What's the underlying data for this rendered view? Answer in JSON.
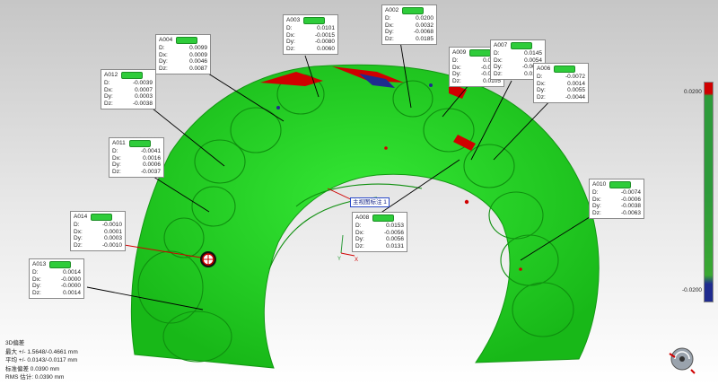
{
  "annotations": [
    {
      "id": "A004",
      "rows": [
        [
          "D:",
          "0.0099"
        ],
        [
          "Dx:",
          "0.0009"
        ],
        [
          "Dy:",
          "0.0046"
        ],
        [
          "Dz:",
          "0.0087"
        ]
      ]
    },
    {
      "id": "A003",
      "rows": [
        [
          "D:",
          "0.0101"
        ],
        [
          "Dx:",
          "-0.0015"
        ],
        [
          "Dy:",
          "-0.0080"
        ],
        [
          "Dz:",
          "0.0060"
        ]
      ]
    },
    {
      "id": "A002",
      "rows": [
        [
          "D:",
          "0.0200"
        ],
        [
          "Dx:",
          "0.0032"
        ],
        [
          "Dy:",
          "-0.0068"
        ],
        [
          "Dz:",
          "0.0185"
        ]
      ]
    },
    {
      "id": "A012",
      "rows": [
        [
          "D:",
          "-0.0039"
        ],
        [
          "Dx:",
          "0.0007"
        ],
        [
          "Dy:",
          "0.0003"
        ],
        [
          "Dz:",
          "-0.0038"
        ]
      ]
    },
    {
      "id": "A009",
      "rows": [
        [
          "D:",
          "0.0131"
        ],
        [
          "Dx:",
          "-0.0030"
        ],
        [
          "Dy:",
          "-0.0073"
        ],
        [
          "Dz:",
          "0.0105"
        ]
      ]
    },
    {
      "id": "A007",
      "rows": [
        [
          "D:",
          "0.0145"
        ],
        [
          "Dx:",
          "0.0054"
        ],
        [
          "Dy:",
          "-0.0089"
        ],
        [
          "Dz:",
          "0.0101"
        ]
      ]
    },
    {
      "id": "A006",
      "rows": [
        [
          "D:",
          "-0.0072"
        ],
        [
          "Dx:",
          "0.0014"
        ],
        [
          "Dy:",
          "0.0055"
        ],
        [
          "Dz:",
          "-0.0044"
        ]
      ]
    },
    {
      "id": "A011",
      "rows": [
        [
          "D:",
          "-0.0041"
        ],
        [
          "Dx:",
          "0.0016"
        ],
        [
          "Dy:",
          "0.0006"
        ],
        [
          "Dz:",
          "-0.0037"
        ]
      ]
    },
    {
      "id": "A010",
      "rows": [
        [
          "D:",
          "-0.0074"
        ],
        [
          "Dx:",
          "-0.0006"
        ],
        [
          "Dy:",
          "-0.0038"
        ],
        [
          "Dz:",
          "-0.0063"
        ]
      ]
    },
    {
      "id": "A014",
      "rows": [
        [
          "D:",
          "-0.0010"
        ],
        [
          "Dx:",
          "0.0001"
        ],
        [
          "Dy:",
          "0.0003"
        ],
        [
          "Dz:",
          "-0.0010"
        ]
      ]
    },
    {
      "id": "A008",
      "rows": [
        [
          "D:",
          "0.0153"
        ],
        [
          "Dx:",
          "-0.0056"
        ],
        [
          "Dy:",
          "0.0056"
        ],
        [
          "Dz:",
          "0.0131"
        ]
      ]
    },
    {
      "id": "A013",
      "rows": [
        [
          "D:",
          "0.0014"
        ],
        [
          "Dx:",
          "-0.0000"
        ],
        [
          "Dy:",
          "-0.0000"
        ],
        [
          "Dz:",
          "0.0014"
        ]
      ]
    }
  ],
  "color_scale": {
    "max_label": "0.0200",
    "min_label": "-0.0200",
    "high_color": "#d00000",
    "mid_color": "#2d9b3a",
    "low_color": "#1f2b8f"
  },
  "stats": {
    "title": "3D偏差",
    "max": "最大 +/- 1.5648/-0.4661 mm",
    "avg": "平均 +/- 0.0143/-0.0117 mm",
    "std": "标准偏差 0.0390 mm",
    "rms": "RMS 估计: 0.0390 mm"
  },
  "tooltip": {
    "text": "主视图标注 1"
  },
  "axes": {
    "x": "X",
    "y": "Y"
  },
  "model_color": "#1fd61f"
}
